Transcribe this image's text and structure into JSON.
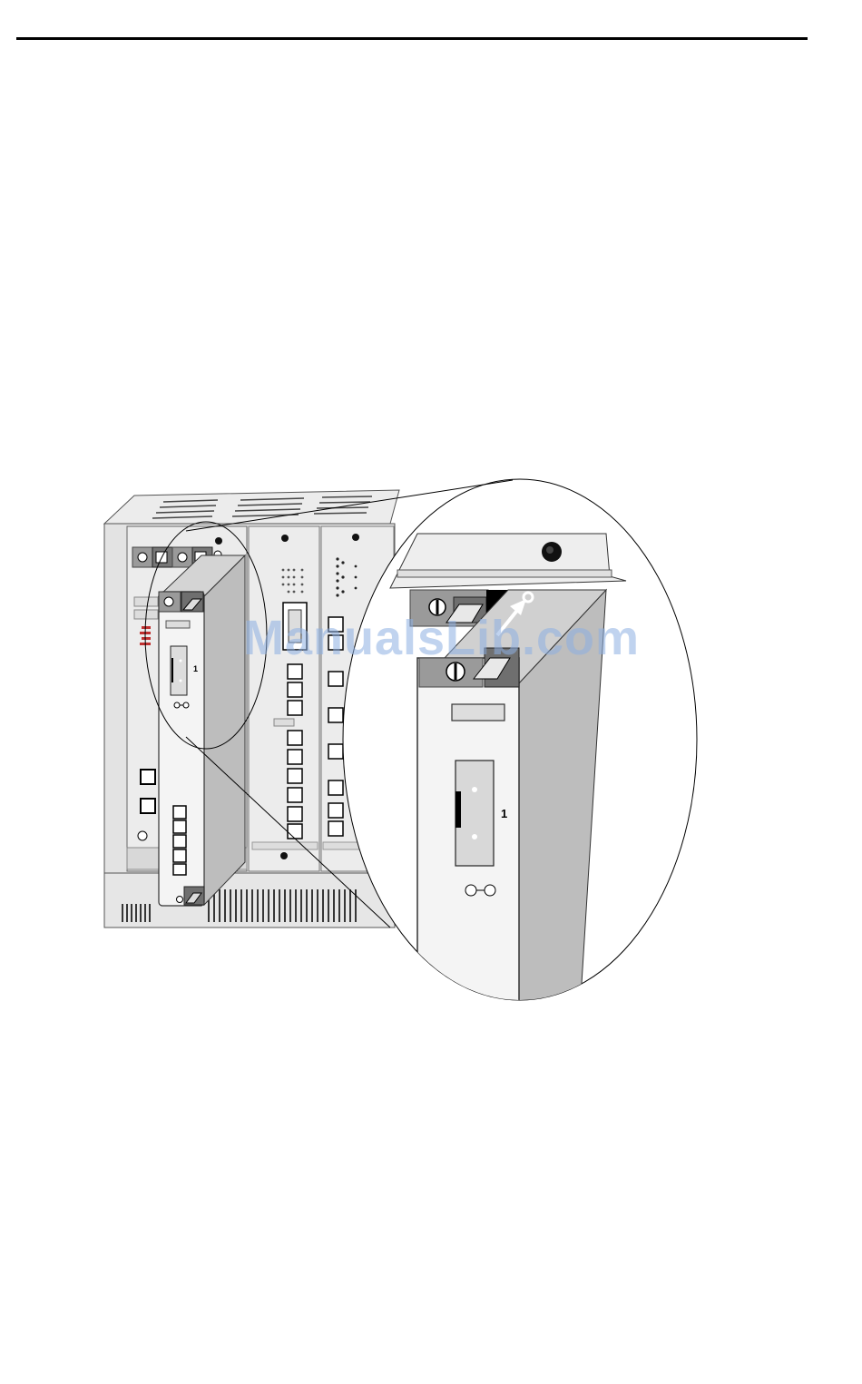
{
  "watermark": {
    "text": "ManualsLib.com"
  },
  "figure": {
    "small_module_label": "1",
    "zoom_module_label": "1",
    "led_symbol": "O-O"
  },
  "colors": {
    "chassis": "#e3e3e3",
    "panel_dark": "#7a7a7a",
    "module_face": "#f4f4f4",
    "module_side": "#bdbdbd",
    "slot_black": "#000000",
    "watermark": "#8cafE1"
  }
}
